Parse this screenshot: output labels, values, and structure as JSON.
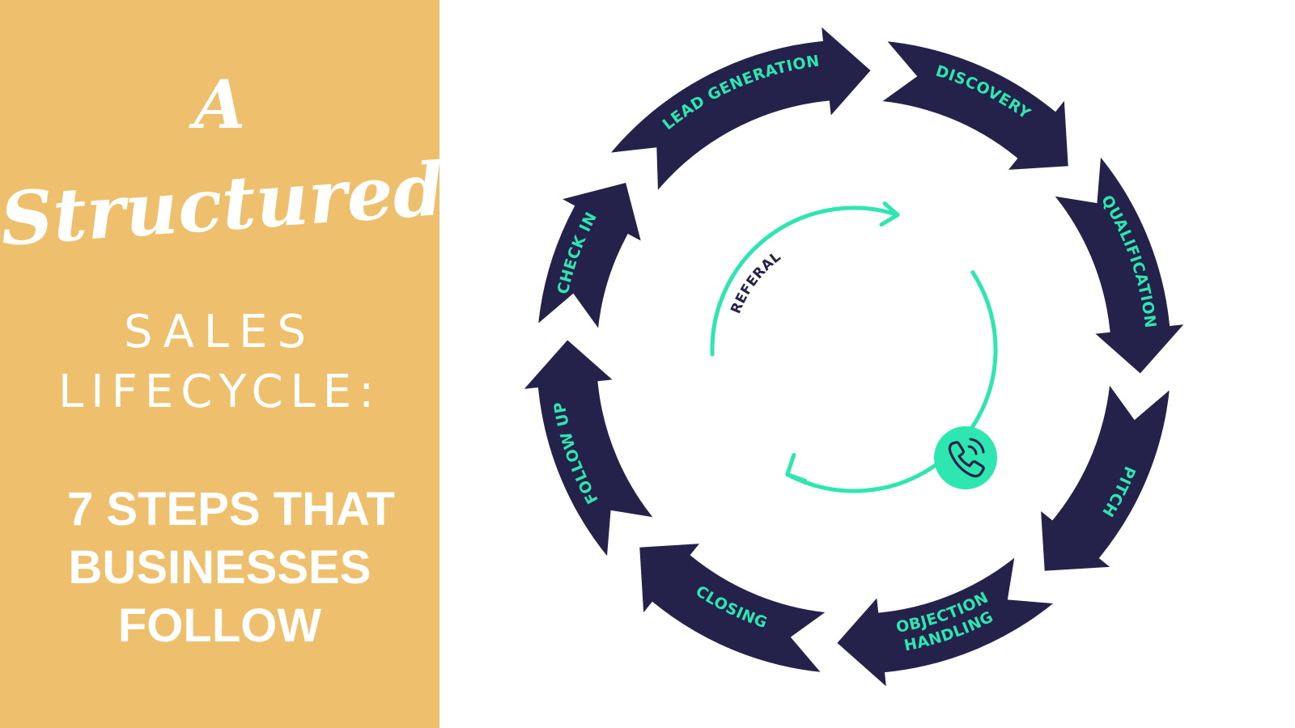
{
  "heading": {
    "line1": "A",
    "line2": "Structured",
    "line3": "SALES",
    "line4": "LIFECYCLE:",
    "line5": "7 STEPS THAT",
    "line6": "BUSINESSES",
    "line7": "FOLLOW"
  },
  "cycle": {
    "steps": [
      {
        "label": "LEAD GENERATION"
      },
      {
        "label": "DISCOVERY"
      },
      {
        "label": "QUALIFICATION"
      },
      {
        "label": "PITCH"
      },
      {
        "label": "OBJECTION",
        "label2": "HANDLING"
      },
      {
        "label": "CLOSING"
      },
      {
        "label": "FOLLOW UP"
      },
      {
        "label": "CHECK IN"
      }
    ],
    "inner_label": "REFERAL",
    "inner_icon": "phone-icon"
  },
  "colors": {
    "panel": "#eec06d",
    "arrow": "#24224a",
    "accent": "#2ee6b0"
  }
}
